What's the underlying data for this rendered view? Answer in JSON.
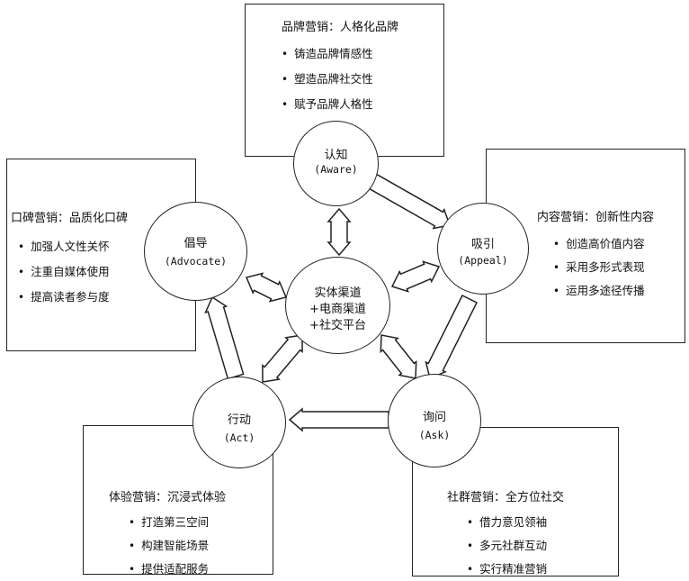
{
  "boxes": {
    "aware": {
      "title": "品牌营销：人格化品牌",
      "items": [
        "铸造品牌情感性",
        "塑造品牌社交性",
        "赋予品牌人格性"
      ]
    },
    "appeal": {
      "title": "内容营销：创新性内容",
      "items": [
        "创造高价值内容",
        "采用多形式表现",
        "运用多途径传播"
      ]
    },
    "advocate": {
      "title": "口碑营销：品质化口碑",
      "items": [
        "加强人文性关怀",
        "注重自媒体使用",
        "提高读者参与度"
      ]
    },
    "act": {
      "title": "体验营销：沉浸式体验",
      "items": [
        "打造第三空间",
        "构建智能场景",
        "提供适配服务"
      ]
    },
    "ask": {
      "title": "社群营销：全方位社交",
      "items": [
        "借力意见领袖",
        "多元社群互动",
        "实行精准营销"
      ]
    }
  },
  "nodes": {
    "aware": {
      "name": "认知",
      "en": "(Aware)"
    },
    "appeal": {
      "name": "吸引",
      "en": "(Appeal)"
    },
    "ask": {
      "name": "询问",
      "en": "(Ask)"
    },
    "act": {
      "name": "行动",
      "en": "(Act)"
    },
    "advocate": {
      "name": "倡导",
      "en": "(Advocate)"
    }
  },
  "center": {
    "lines": [
      "实体渠道",
      "+电商渠道",
      "+社交平台"
    ]
  }
}
